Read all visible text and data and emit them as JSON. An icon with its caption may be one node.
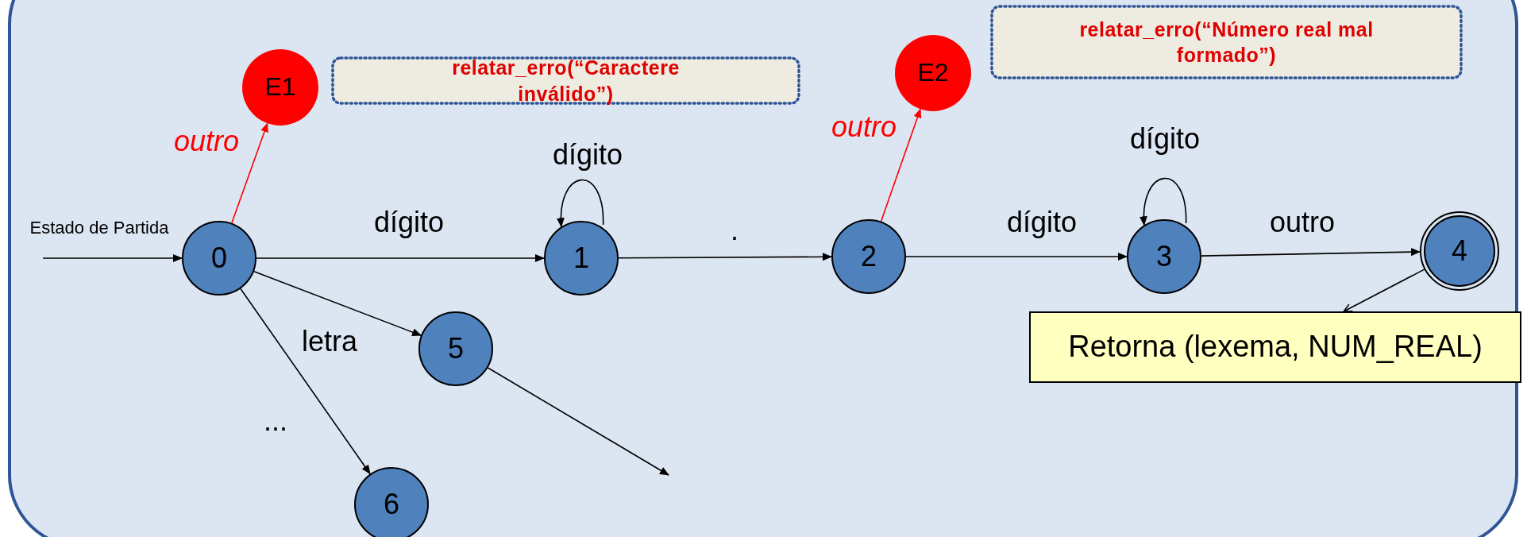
{
  "diagram": {
    "nodes": [
      {
        "text": [
          "0"
        ]
      },
      {
        "text": [
          "1"
        ]
      },
      {
        "text": [
          "2"
        ]
      },
      {
        "text": [
          "3"
        ]
      },
      {
        "text": [
          "4"
        ]
      },
      {
        "text": [
          "5"
        ]
      },
      {
        "text": [
          "6"
        ]
      },
      {
        "text": [
          "E1"
        ]
      },
      {
        "text": [
          "E2"
        ]
      },
      {
        "text": [
          "relatar_erro(“Caractere inválido”)"
        ]
      },
      {
        "text": [
          "relatar_erro(“Número real mal formado”)"
        ]
      },
      {
        "text": [
          "Retorna (lexema, NUM_REAL)"
        ]
      }
    ],
    "edges": [
      {
        "from": null,
        "to": 0,
        "arrow": "to",
        "label": "Estado de Partida"
      },
      {
        "from": 0,
        "to": 1,
        "arrow": "to",
        "label": "dígito"
      },
      {
        "from": 1,
        "to": 1,
        "arrow": "to",
        "label": "dígito"
      },
      {
        "from": 1,
        "to": 2,
        "arrow": "to",
        "label": "."
      },
      {
        "from": 2,
        "to": 3,
        "arrow": "to",
        "label": "dígito"
      },
      {
        "from": 3,
        "to": 3,
        "arrow": "to",
        "label": "dígito"
      },
      {
        "from": 3,
        "to": 4,
        "arrow": "to",
        "label": "outro"
      },
      {
        "from": 0,
        "to": 5,
        "arrow": "to",
        "label": "letra"
      },
      {
        "from": 0,
        "to": 6,
        "arrow": "to",
        "label": "..."
      },
      {
        "from": 5,
        "to": null,
        "arrow": "to"
      },
      {
        "from": 0,
        "to": 7,
        "arrow": "to",
        "label": "outro",
        "color": "#ff0000"
      },
      {
        "from": 2,
        "to": 8,
        "arrow": "to",
        "label": "outro",
        "color": "#ff0000"
      },
      {
        "from": 4,
        "to": 11,
        "arrow": "to"
      }
    ]
  }
}
